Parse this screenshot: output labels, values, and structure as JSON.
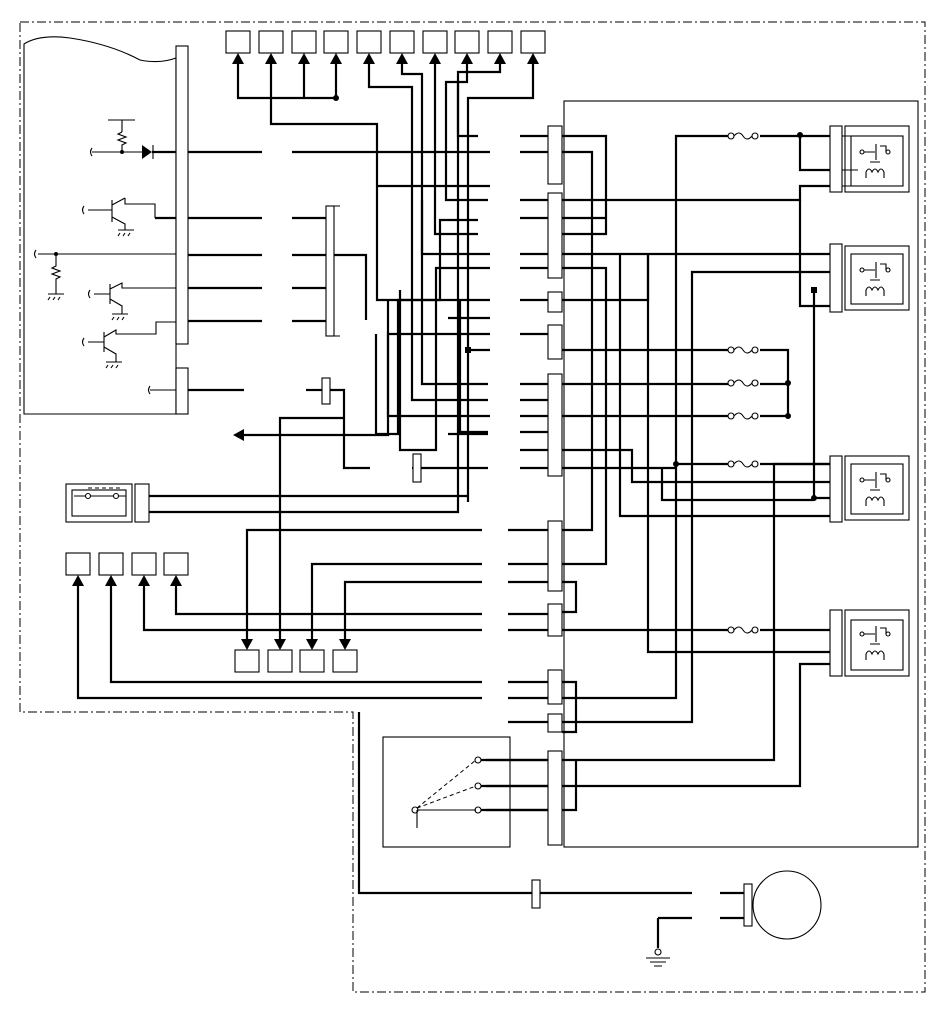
{
  "diagram": {
    "kind": "wiring schematic",
    "colors": {
      "line": "#000000",
      "background": "#ffffff"
    },
    "top_terminals": [
      "",
      "",
      "",
      "",
      "",
      "",
      "",
      "",
      "",
      ""
    ],
    "left_terminals": [
      "",
      "",
      "",
      ""
    ],
    "bottom_terminals": [
      "",
      "",
      "",
      ""
    ],
    "relays": [
      "relay",
      "relay",
      "relay",
      "relay"
    ],
    "fuses": [
      "fuse",
      "fuse",
      "fuse",
      "fuse",
      "fuse",
      "fuse"
    ],
    "motor": "motor",
    "ground": "ground"
  }
}
